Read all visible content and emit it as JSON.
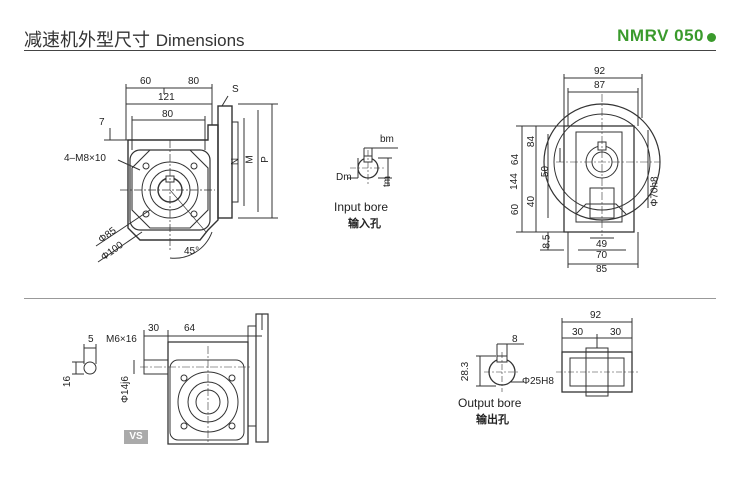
{
  "header": {
    "title_cn": "减速机外型尺寸",
    "title_en": "Dimensions",
    "model": "NMRV 050",
    "accent_color": "#3a9a2c"
  },
  "front_view": {
    "dim_60": "60",
    "dim_80_top": "80",
    "dim_121": "121",
    "dim_80": "80",
    "dim_7": "7",
    "bolt_label": "4–M8×10",
    "label_S": "S",
    "label_N": "N",
    "label_M": "M",
    "label_P": "P",
    "dia_85": "Φ85",
    "dia_100": "Φ100",
    "angle": "45°"
  },
  "input_bore": {
    "label_bm": "bm",
    "label_Dm": "Dm",
    "label_tm": "tm",
    "caption_en": "Input bore",
    "caption_cn": "输入孔"
  },
  "side_view": {
    "dim_92": "92",
    "dim_87": "87",
    "dim_144": "144",
    "dim_84": "84",
    "dim_64": "64",
    "dim_50": "50",
    "dim_60": "60",
    "dim_40": "40",
    "dim_8_5": "8.5",
    "dim_49": "49",
    "dim_70": "70",
    "dim_85": "85",
    "dia_70h8": "Φ70h8"
  },
  "vs_view": {
    "dim_5": "5",
    "dim_m6x16": "M6×16",
    "dim_30": "30",
    "dim_64": "64",
    "dim_16": "16",
    "dia_14j6": "Φ14j6",
    "badge": "VS"
  },
  "output_bore": {
    "dim_8": "8",
    "dim_28_3": "28.3",
    "dia_25h8": "Φ25H8",
    "dim_92": "92",
    "dim_30a": "30",
    "dim_30b": "30",
    "caption_en": "Output bore",
    "caption_cn": "输出孔"
  }
}
